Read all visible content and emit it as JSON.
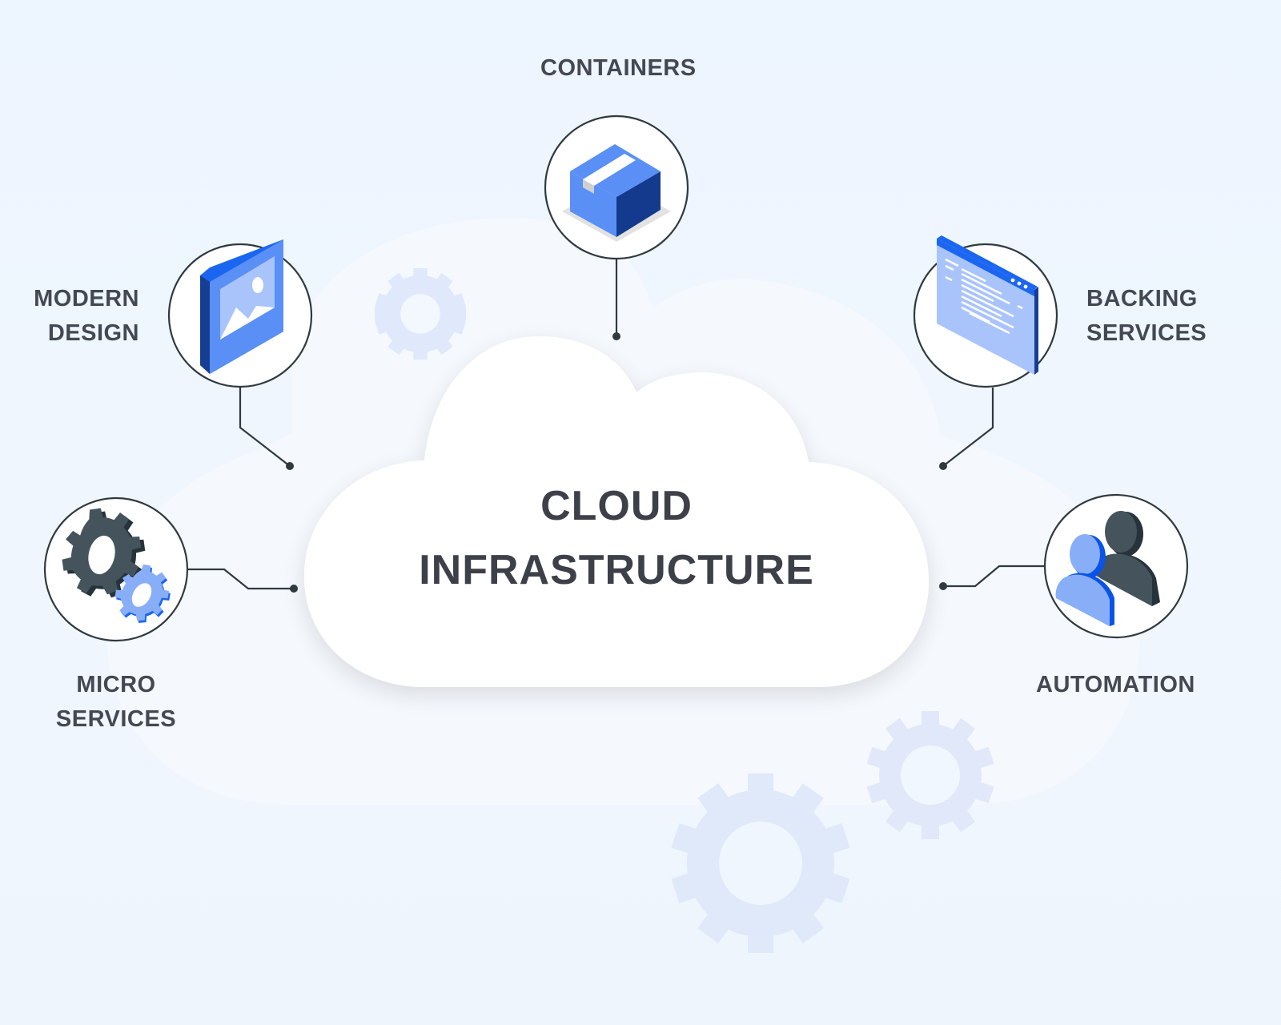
{
  "diagram": {
    "center_title": [
      "CLOUD",
      "INFRASTRUCTURE"
    ],
    "nodes": [
      {
        "id": "containers",
        "label": [
          "CONTAINERS"
        ],
        "icon": "package-box-icon"
      },
      {
        "id": "modern-design",
        "label": [
          "MODERN",
          "DESIGN"
        ],
        "icon": "image-frame-icon"
      },
      {
        "id": "backing-services",
        "label": [
          "BACKING",
          "SERVICES"
        ],
        "icon": "browser-window-icon"
      },
      {
        "id": "micro-services",
        "label": [
          "MICRO",
          "SERVICES"
        ],
        "icon": "gears-icon"
      },
      {
        "id": "automation",
        "label": [
          "AUTOMATION"
        ],
        "icon": "users-icon"
      }
    ],
    "colors": {
      "background": "#eef5fe",
      "text": "#434852",
      "line": "#2f3a40",
      "blue_primary": "#5a8ff5",
      "blue_dark": "#163f93",
      "blue_bright": "#1b66f0",
      "blue_light": "#a9c4fb",
      "gear_dark": "#45545c",
      "faint_gear": "#dfe8fb"
    }
  }
}
